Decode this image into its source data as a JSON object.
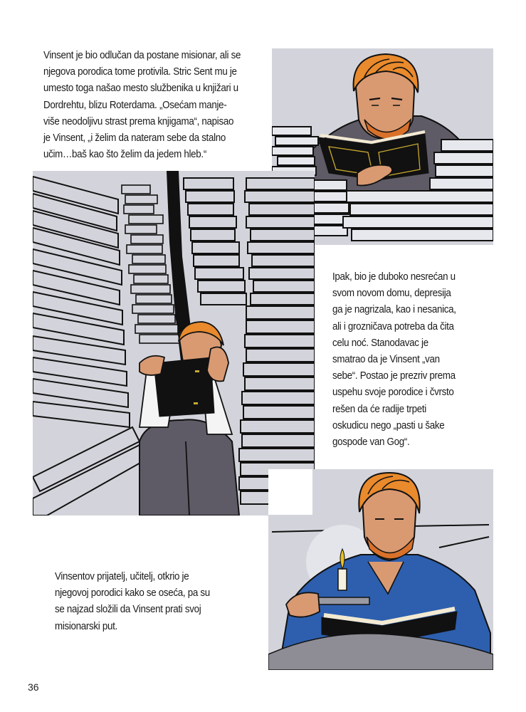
{
  "page": {
    "number": "36"
  },
  "captions": {
    "caption_1": {
      "lines": [
        "Vinsent je bio odlučan da postane misionar, ali se",
        "njegova porodica tome protivila. Stric Sent mu je",
        "umesto toga našao mesto službenika u knjižari u",
        "Dordrehtu, blizu Roterdama. „Osećam manje-",
        "više neodoljivu strast prema knjigama“, napisao",
        "je Vinsent, „i želim da nateram sebe da stalno",
        "učim…baš kao što želim da jedem hleb.“"
      ]
    },
    "caption_2": {
      "lines": [
        "Ipak, bio je duboko nesrećan u",
        "svom novom domu, depresija",
        "ga je nagrizala, kao i nesanica,",
        "ali i grozničava potreba da čita",
        "celu noć. Stanodavac je",
        "smatrao da je Vinsent „van",
        "sebe“. Postao je prezriv prema",
        "uspehu svoje porodice i čvrsto",
        "rešen da će radije trpeti",
        "oskudicu nego „pasti u šake",
        "gospode van Gog“."
      ]
    },
    "caption_3": {
      "lines": [
        "Vinsentov prijatelj, učitelj, otkrio je",
        "njegovoj porodici kako se oseća, pa su",
        "se najzad složili da Vinsent prati svoj",
        "misionarski put."
      ]
    }
  },
  "illustrations": {
    "panel_1": "vincent-reading-among-book-stacks",
    "panel_2": "vincent-crouched-reading-in-book-canyon",
    "panel_3": "vincent-reading-in-bed-by-candlelight"
  },
  "colors": {
    "panel_bg": "#d3d4db",
    "hair_orange": "#e98a2c",
    "skin": "#d99a72",
    "shirt_blue": "#2d5fae",
    "coat_gray": "#5e5b66",
    "ink": "#111111"
  }
}
